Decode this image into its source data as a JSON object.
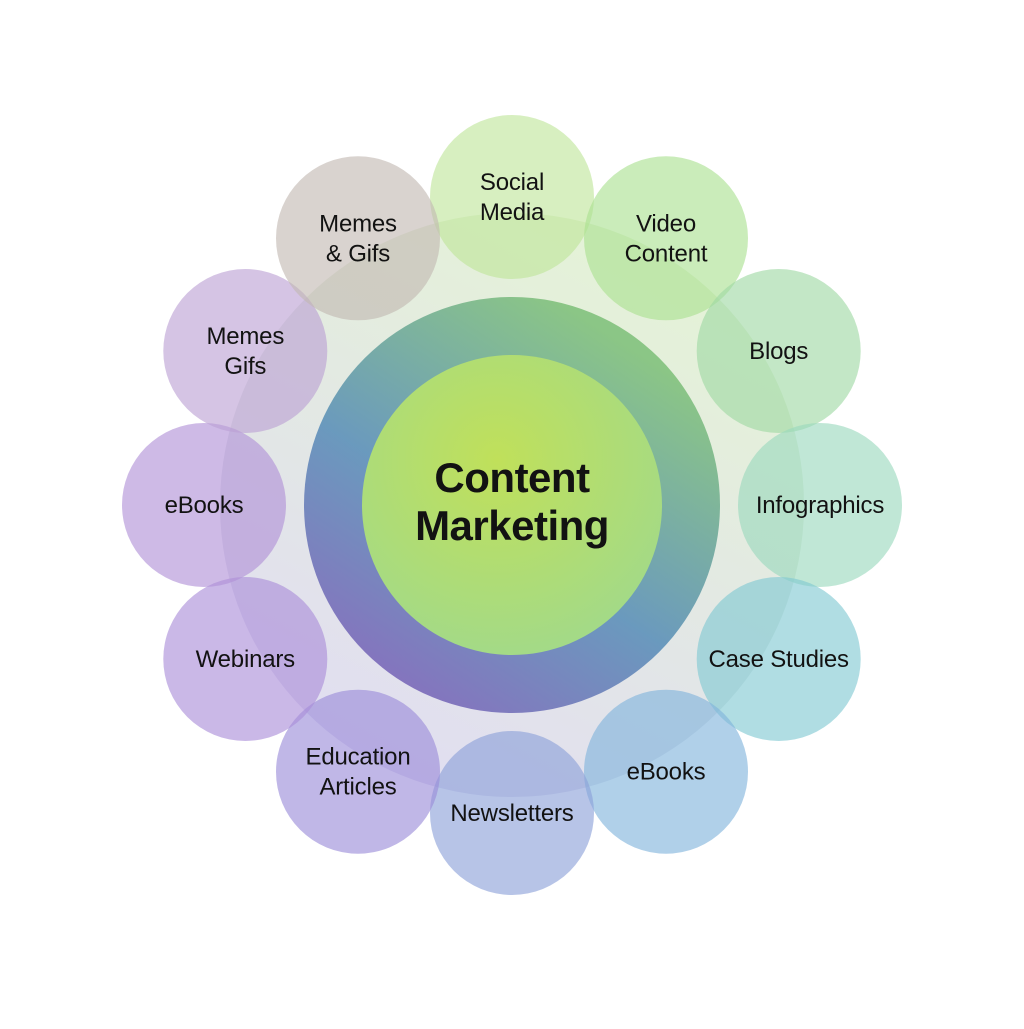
{
  "diagram": {
    "center": {
      "label_lines": [
        "Content",
        "Marketing"
      ],
      "colors": [
        "#c0e05a",
        "#9fd98e"
      ]
    },
    "ring": {
      "colors": [
        "#7fc07a",
        "#5a8fb8",
        "#7a62b8"
      ]
    },
    "nodes": [
      {
        "id": "social-media",
        "label_lines": [
          "Social",
          "Media"
        ],
        "color": "#bfe59a"
      },
      {
        "id": "video-content",
        "label_lines": [
          "Video",
          "Content"
        ],
        "color": "#a9e08f"
      },
      {
        "id": "blogs",
        "label_lines": [
          "Blogs"
        ],
        "color": "#9ed9a3"
      },
      {
        "id": "infographics",
        "label_lines": [
          "Infographics"
        ],
        "color": "#9ad8bd"
      },
      {
        "id": "case-studies",
        "label_lines": [
          "Case Studies"
        ],
        "color": "#7fc8d2"
      },
      {
        "id": "ebooks-right",
        "label_lines": [
          "eBooks"
        ],
        "color": "#7fb3dc"
      },
      {
        "id": "newsletters",
        "label_lines": [
          "Newsletters"
        ],
        "color": "#8b9fd9"
      },
      {
        "id": "education-articles",
        "label_lines": [
          "Education",
          "Articles"
        ],
        "color": "#9a8ad8"
      },
      {
        "id": "webinars",
        "label_lines": [
          "Webinars"
        ],
        "color": "#a98cd9"
      },
      {
        "id": "ebooks-left",
        "label_lines": [
          "eBooks"
        ],
        "color": "#b08fd6"
      },
      {
        "id": "memes-gifs-left",
        "label_lines": [
          "Memes",
          "Gifs"
        ],
        "color": "#bba0d4"
      },
      {
        "id": "memes-gifs-top",
        "label_lines": [
          "Memes",
          "& Gifs"
        ],
        "color": "#c2b8b2"
      }
    ]
  }
}
